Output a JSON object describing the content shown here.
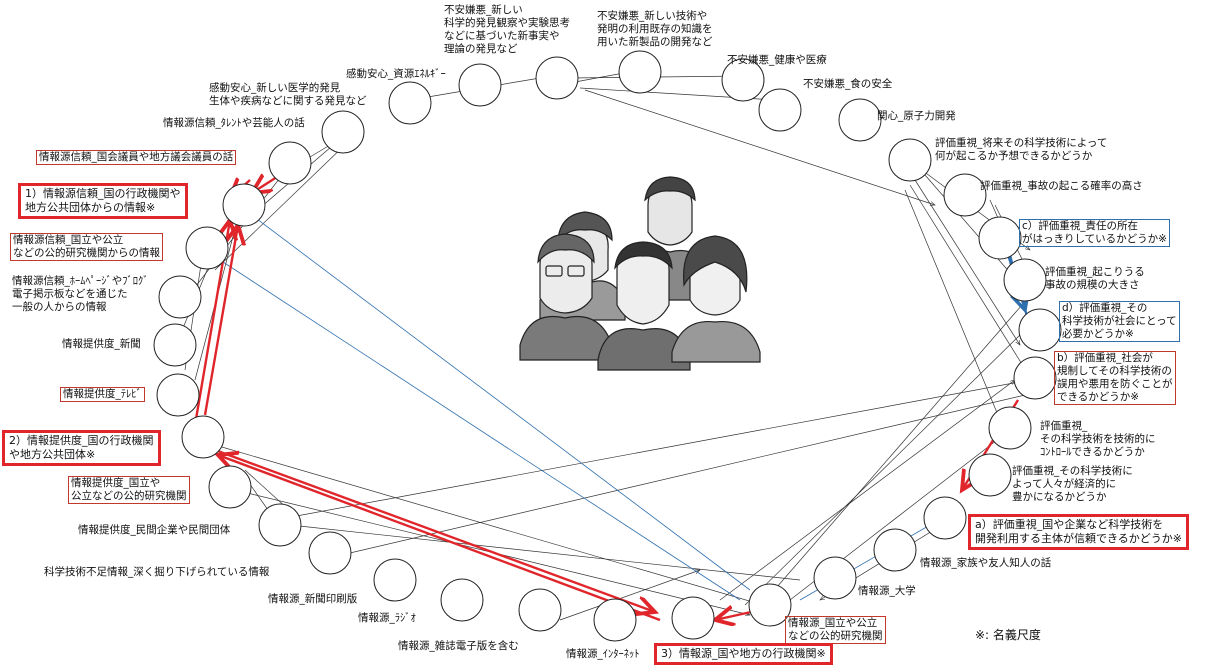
{
  "nodes": {
    "n1": "不安嫌悪_新しい\n科学的発見観察や実験思考\nなどに基づいた新事実や\n理論の発見など",
    "n2": "不安嫌悪_新しい技術や\n発明の利用既存の知識を\n用いた新製品の開発など",
    "n3": "不安嫌悪_健康や医療",
    "n4": "不安嫌悪_食の安全",
    "n5": "関心_原子力開発",
    "n6": "評価重視_将来その科学技術によって\n何が起こるか予想できるかどうか",
    "n7": "評価重視_事故の起こる確率の高さ",
    "n8": "c）評価重視_責任の所在\nがはっきりしているかどうか※",
    "n9": "評価重視_起こりうる\n事故の規模の大きさ",
    "n10": "d）評価重視_その\n科学技術が社会にとって\n必要かどうか※",
    "n11": "b）評価重視_社会が\n規制してその科学技術の\n誤用や悪用を防ぐことが\nできるかどうか※",
    "n12": "評価重視_\nその科学技術を技術的に\nｺﾝﾄﾛｰﾙできるかどうか",
    "n13": "評価重視_その科学技術に\nよって人々が経済的に\n豊かになるかどうか",
    "n14": "a）評価重視_国や企業など科学技術を\n開発利用する主体が信頼できるかどうか※",
    "n15": "情報源_家族や友人知人の話",
    "n16": "情報源_大学",
    "n17": "情報源_国立や公立\nなどの公的研究機関",
    "n18": "3）情報源_国や地方の行政機関※",
    "n19": "情報源_ｲﾝﾀｰﾈｯﾄ",
    "n20": "情報源_雑誌電子版を含む",
    "n21": "情報源_ﾗｼﾞｵ",
    "n22": "情報源_新聞印刷版",
    "n23": "科学技術不足情報_深く掘り下げられている情報",
    "n24": "情報提供度_民間企業や民間団体",
    "n25": "情報提供度_国立や\n公立などの公的研究機関",
    "n26": "2）情報提供度_国の行政機関\nや地方公共団体※",
    "n27": "情報提供度_ﾃﾚﾋﾞ",
    "n28": "情報提供度_新聞",
    "n29": "情報源信頼_ﾎｰﾑﾍﾟｰｼﾞやﾌﾞﾛｸﾞ\n電子掲示板などを通じた\n一般の人からの情報",
    "n30": "情報源信頼_国立や公立\nなどの公的研究機関からの情報",
    "n31": "1）情報源信頼_国の行政機関や\n地方公共団体からの情報※",
    "n32": "情報源信頼_国会議員や地方議会議員の話",
    "n33": "情報源信頼_ﾀﾚﾝﾄや芸能人の話",
    "n34": "感動安心_新しい医学的発見\n生体や疾病などに関する発見など",
    "n35": "感動安心_資源ｴﾈﾙｷﾞｰ"
  },
  "note": "※: 名義尺度",
  "colors": {
    "red": "#e0252b",
    "blue": "#2e6fae",
    "line": "#333333"
  }
}
